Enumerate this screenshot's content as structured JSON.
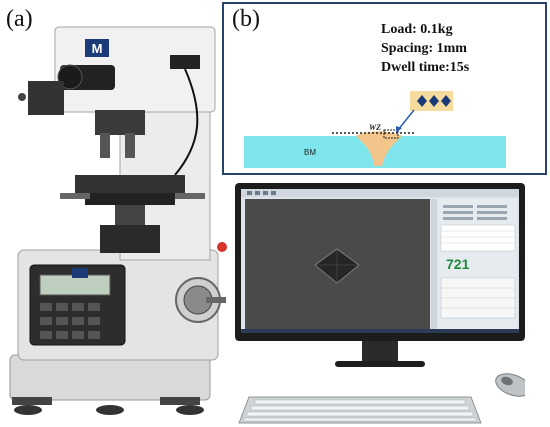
{
  "panel_a": {
    "label": "(a)"
  },
  "panel_b": {
    "label": "(b)",
    "params": [
      "Load: 0.1kg",
      "Spacing: 1mm",
      "Dwell time:15s"
    ],
    "base_metal_label": "BM",
    "weld_zone_label": "WZ"
  },
  "monitor": {
    "hardness_value": "721",
    "screen_color": "#4a4a4a",
    "panel_color": "#e6ebf0"
  },
  "colors": {
    "base_metal": "#7fe6ee",
    "weld_zone": "#f2c58a",
    "marker_bar": "#f6dc9c",
    "indent_marker": "#1a3b78",
    "frame": "#27436b"
  }
}
